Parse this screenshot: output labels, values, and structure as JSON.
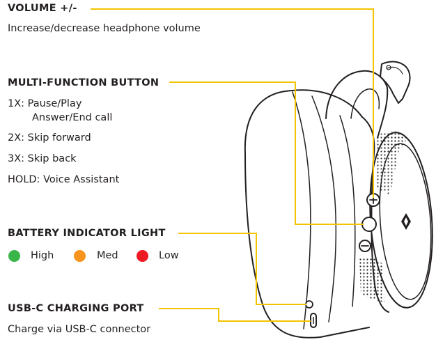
{
  "colors": {
    "leader": "#f2c400",
    "outline": "#231f20",
    "battery_high": "#3ab54a",
    "battery_med": "#f7941d",
    "battery_low": "#ed1c24"
  },
  "volume": {
    "title": "VOLUME +/-",
    "desc": "Increase/decrease headphone volume"
  },
  "mfb": {
    "title": "MULTI-FUNCTION BUTTON",
    "items": [
      {
        "key": "1X:",
        "text": "Pause/Play"
      },
      {
        "key": "",
        "text": "Answer/End call"
      },
      {
        "key": "2X:",
        "text": "Skip forward"
      },
      {
        "key": "3X:",
        "text": "Skip back"
      },
      {
        "key": "HOLD:",
        "text": "Voice Assistant"
      }
    ]
  },
  "battery": {
    "title": "BATTERY INDICATOR LIGHT",
    "levels": [
      {
        "label": "High",
        "color": "#3ab54a"
      },
      {
        "label": "Med",
        "color": "#f7941d"
      },
      {
        "label": "Low",
        "color": "#ed1c24"
      }
    ]
  },
  "usb": {
    "title": "USB-C CHARGING PORT",
    "desc": "Charge via USB-C connector"
  },
  "icons": [
    "headphone-earcup-illustration",
    "plus-button-icon",
    "multi-function-button-icon",
    "minus-button-icon",
    "battery-led-icon",
    "usb-c-port-icon",
    "brand-logo-icon"
  ]
}
